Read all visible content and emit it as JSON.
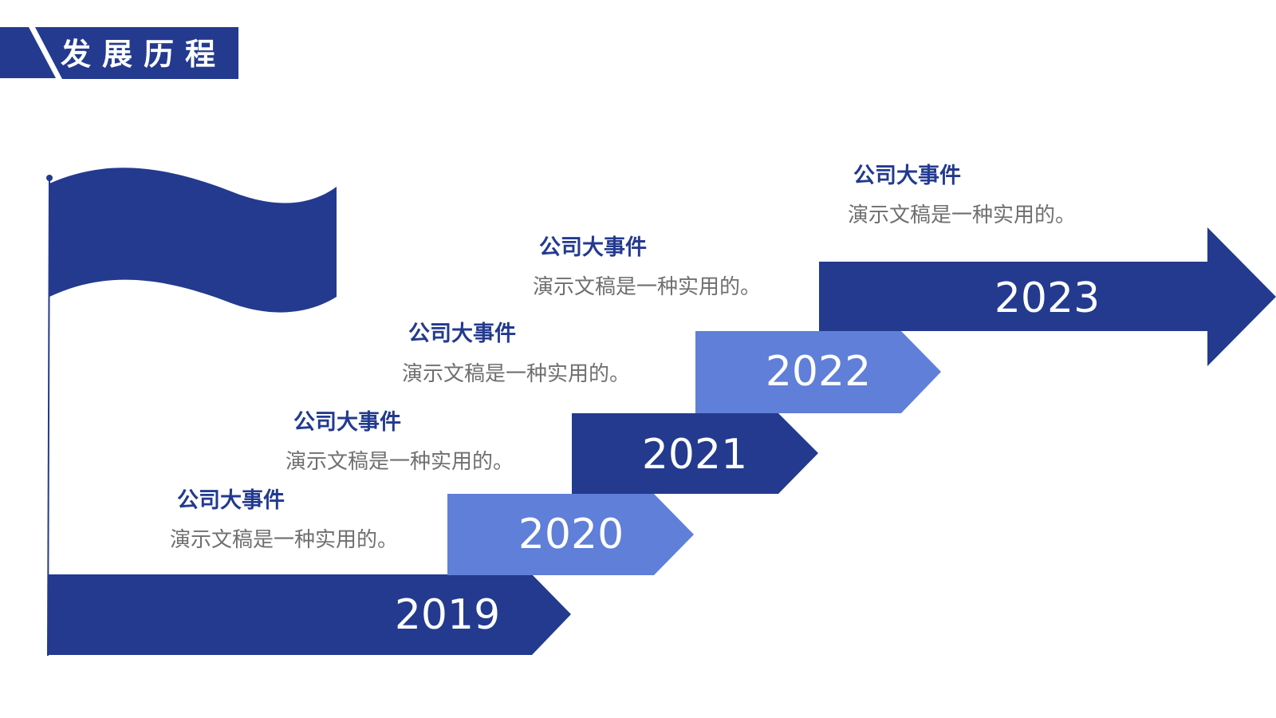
{
  "header": {
    "title": "发展历程",
    "color": "#233a8f"
  },
  "colors": {
    "dark": "#233a8f",
    "light": "#5f7fd8",
    "title_text": "#233a8f",
    "desc_text": "#6f6f6f"
  },
  "icons": {
    "flag": "flag-icon"
  },
  "timeline": [
    {
      "year": "2019",
      "title": "",
      "desc": "",
      "tone": "dark"
    },
    {
      "year": "2020",
      "title": "公司大事件",
      "desc": "演示文稿是一种实用的。",
      "tone": "light"
    },
    {
      "year": "2021",
      "title": "公司大事件",
      "desc": "演示文稿是一种实用的。",
      "tone": "dark"
    },
    {
      "year": "2022",
      "title": "公司大事件",
      "desc": "演示文稿是一种实用的。",
      "tone": "light"
    },
    {
      "year": "2023",
      "title": "公司大事件",
      "desc": "演示文稿是一种实用的。",
      "tone": "dark"
    }
  ],
  "events": [
    {
      "title": "公司大事件",
      "desc": "演示文稿是一种实用的。"
    },
    {
      "title": "公司大事件",
      "desc": "演示文稿是一种实用的。"
    },
    {
      "title": "公司大事件",
      "desc": "演示文稿是一种实用的。"
    },
    {
      "title": "公司大事件",
      "desc": "演示文稿是一种实用的。"
    }
  ]
}
